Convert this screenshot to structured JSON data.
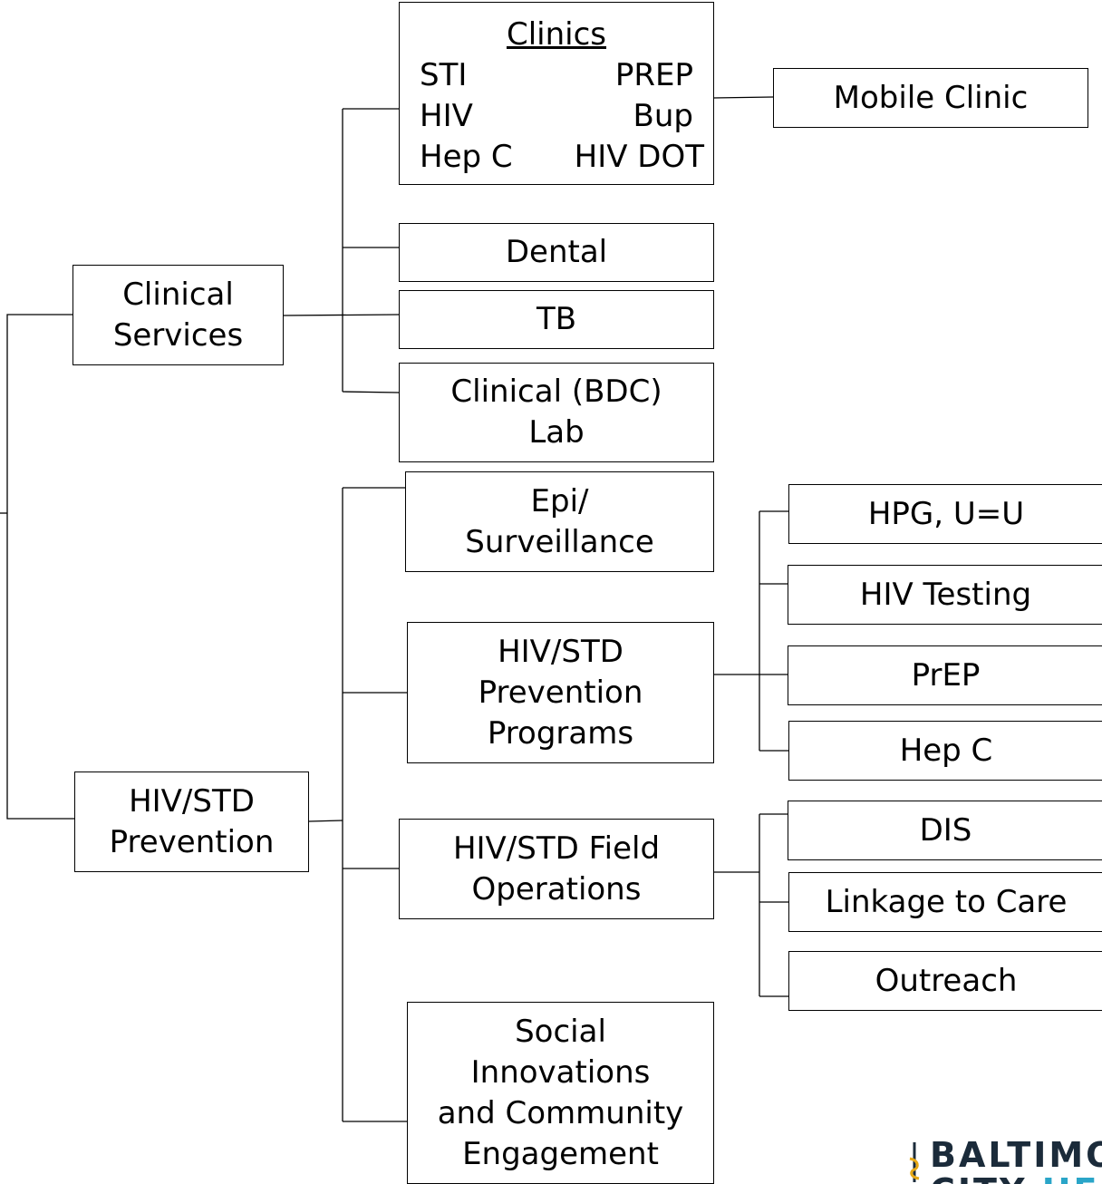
{
  "clinical_services": {
    "line1": "Clinical",
    "line2": "Services"
  },
  "hiv_std_prevention": {
    "line1": "HIV/STD",
    "line2": "Prevention"
  },
  "clinics": {
    "title": "Clinics",
    "items": [
      "STI",
      "PREP",
      "HIV",
      "Bup",
      "Hep C",
      "HIV DOT"
    ]
  },
  "mobile_clinic": "Mobile Clinic",
  "dental": "Dental",
  "tb": "TB",
  "clinical_lab": {
    "line1": "Clinical (BDC)",
    "line2": "Lab"
  },
  "epi_surveillance": {
    "line1": "Epi/",
    "line2": "Surveillance"
  },
  "prevention_programs": {
    "line1": "HIV/STD",
    "line2": "Prevention",
    "line3": "Programs"
  },
  "field_operations": {
    "line1": "HIV/STD Field",
    "line2": "Operations"
  },
  "social_innovations": {
    "line1": "Social",
    "line2": "Innovations",
    "line3": "and Community",
    "line4": "Engagement"
  },
  "hpg": "HPG, U=U",
  "hiv_testing": "HIV Testing",
  "prep": "PrEP",
  "hep_c": "Hep C",
  "dis": "DIS",
  "linkage_to_care": "Linkage to Care",
  "outreach": "Outreach",
  "logo": {
    "line1": "BALTIMORE",
    "line2a": "CITY",
    "line2b": "HEALTH",
    "accent": "#2aa5c8",
    "dark": "#1b2b3a"
  }
}
